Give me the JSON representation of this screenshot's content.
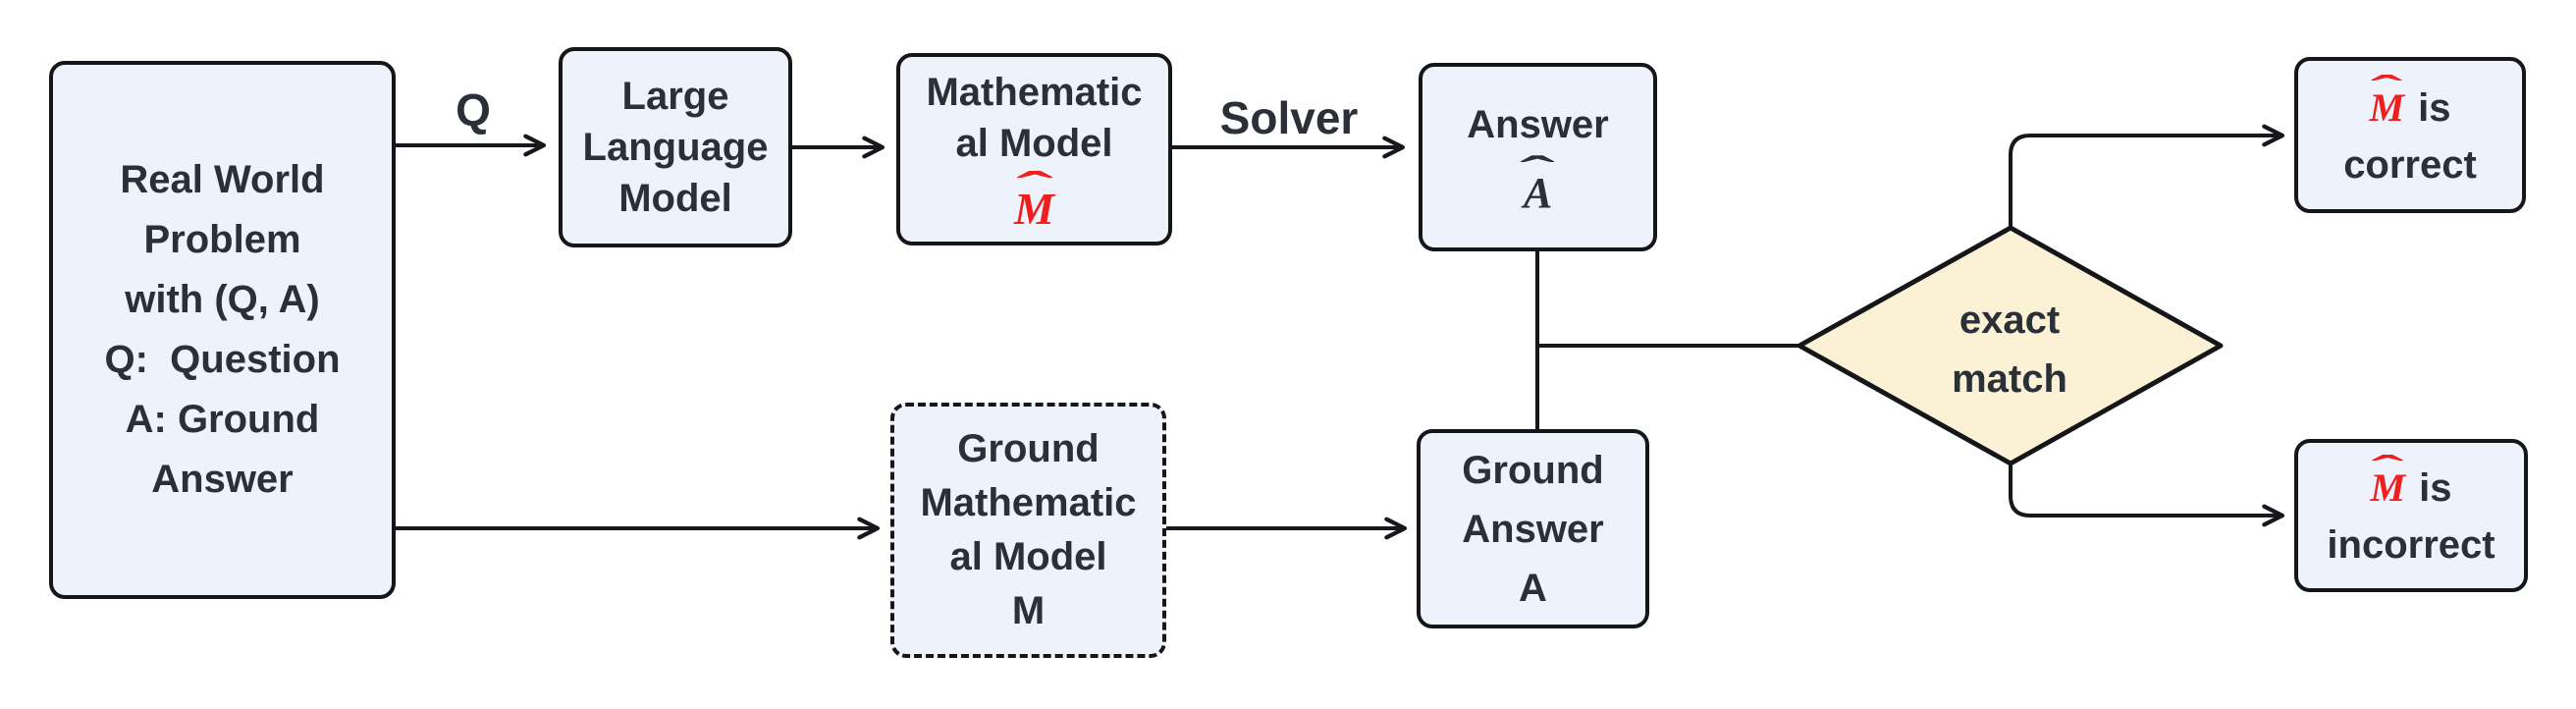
{
  "colors": {
    "node_fill": "#eef2fb",
    "node_border": "#14161a",
    "connector": "#16181c",
    "text": "#2b3038",
    "diamond_fill": "#fbf1d4",
    "accent_red": "#f01e1e",
    "background": "#ffffff"
  },
  "edge_labels": {
    "q": "Q",
    "solver": "Solver"
  },
  "nodes": {
    "real_world": {
      "lines": [
        "Real World",
        "Problem",
        "",
        "with (Q, A)",
        "Q:  Question",
        "A: Ground",
        "Answer"
      ]
    },
    "llm": {
      "lines": [
        "Large",
        "Language",
        "Model"
      ]
    },
    "math_model": {
      "lines": [
        "Mathematic",
        "al Model"
      ],
      "symbol": "M"
    },
    "answer": {
      "label": "Answer",
      "symbol": "A"
    },
    "ground_math": {
      "lines": [
        "Ground",
        "Mathematic",
        "al Model",
        "M"
      ]
    },
    "ground_answer": {
      "lines": [
        "Ground",
        "Answer",
        "A"
      ]
    },
    "decision": {
      "lines": [
        "exact",
        "match"
      ]
    },
    "correct": {
      "symbol": "M",
      "text_after_symbol": "is",
      "line2": "correct"
    },
    "incorrect": {
      "symbol": "M",
      "text_after_symbol": "is",
      "line2": "incorrect"
    }
  }
}
